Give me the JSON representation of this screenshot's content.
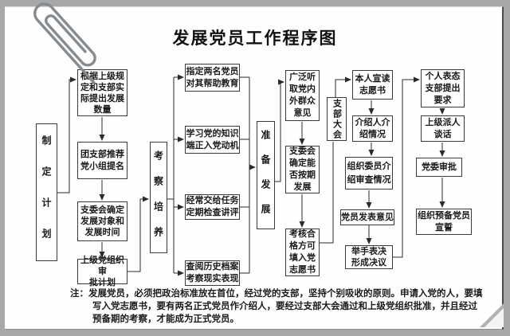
{
  "title": "发展党员工作程序图",
  "stages": {
    "plan": "制定计划",
    "cultivate": "考察培养",
    "prepare": "准备发展",
    "branch_meeting": "支部大会"
  },
  "plan_steps": {
    "quantity": "根据上级规\n定和支部实\n际提出发展\n数量",
    "recommend": "团支部推荐\n党小组提名",
    "confirm": "支委会确定\n发展对象和\n发展时间",
    "approval": "上级党组织审\n批计划"
  },
  "cultivate_steps": {
    "helpers": "指定两名党员\n对其帮助教育",
    "learn": "学习党的知识\n端正入党动机",
    "tasks": "经常交给任务\n定期检查讲评",
    "review": "查阅历史档案\n考察现实表现"
  },
  "prepare_steps": {
    "opinions": "广泛听\n取党内\n外群众\n意见",
    "schedule": "支委会\n确定能\n否按期\n发展",
    "form": "考核合\n格方可\n填入党\n志愿书"
  },
  "meeting_steps": {
    "read": "本人宣读\n志愿书",
    "introduce": "介绍人介\n绍情况",
    "org_review": "组织委员介\n绍审查情况",
    "opinions": "党员发表意见",
    "vote": "举手表决\n形成决议"
  },
  "after_steps": {
    "statement": "个人表态\n支部提出\n要求",
    "talk": "上级派人\n谈话",
    "approval": "党委审批",
    "oath": "组织预备党员\n宣誓"
  },
  "note": {
    "prefix": "注：",
    "body": "发展党员，必须把政治标准放在首位，经过党的支部，坚持个别吸收的原则。申请入党的人，要填写入党志愿书，要有两名正式党员作介绍人，要经过支部大会通过和上级党组织批准，并且经过预备期的考察，才能成为正式党员。"
  },
  "colors": {
    "line": "#2a2a2a",
    "paper": "#fefefe",
    "background": "#a8a8a8"
  }
}
